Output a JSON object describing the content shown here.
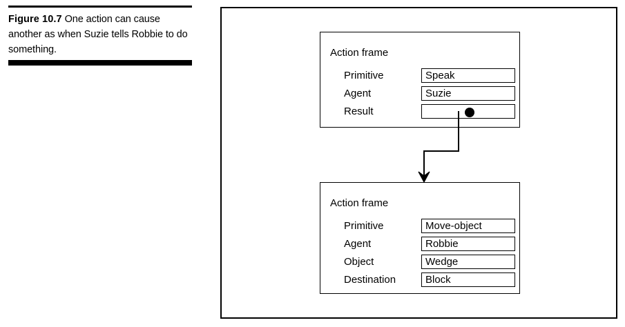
{
  "caption": {
    "label": "Figure 10.7",
    "text": "One action can cause another as when Suzie tells Robbie to do something."
  },
  "figure": {
    "frames": [
      {
        "title": "Action frame",
        "slots": [
          {
            "label": "Primitive",
            "value": "Speak"
          },
          {
            "label": "Agent",
            "value": "Suzie"
          },
          {
            "label": "Result",
            "value": ""
          }
        ]
      },
      {
        "title": "Action frame",
        "slots": [
          {
            "label": "Primitive",
            "value": "Move-object"
          },
          {
            "label": "Agent",
            "value": "Robbie"
          },
          {
            "label": "Object",
            "value": "Wedge"
          },
          {
            "label": "Destination",
            "value": "Block"
          }
        ]
      }
    ],
    "connector": {
      "from": "result-slot-dot",
      "to": "action-frame-bottom",
      "style": "elbow-arrow"
    }
  },
  "colors": {
    "ink": "#000000",
    "paper": "#ffffff"
  }
}
